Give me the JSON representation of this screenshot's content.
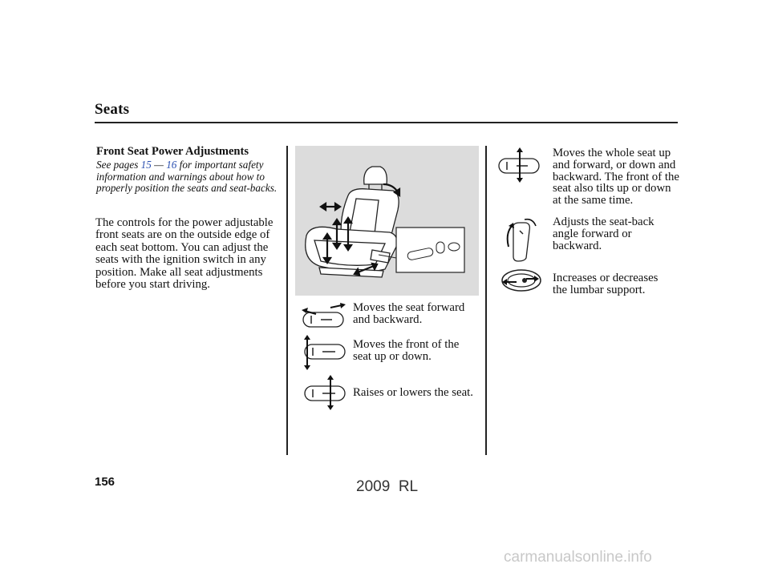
{
  "header": {
    "title": "Seats"
  },
  "left": {
    "subheading": "Front Seat Power Adjustments",
    "note": {
      "prefix": "See pages",
      "link_start": "15",
      "dash": "—",
      "link_end": "16",
      "suffix": "for important safety information and warnings about how to properly position the seats and seat-backs."
    },
    "body": "The controls for the power adjustable front seats are on the outside edge of each seat bottom. You can adjust the seats with the ignition switch in any position. Make all seat adjustments before you start driving."
  },
  "controls_middle": [
    {
      "icon": "seat-slide-switch-icon",
      "text": "Moves the seat forward and backward."
    },
    {
      "icon": "seat-front-height-switch-icon",
      "text": "Moves the front of the seat up or down."
    },
    {
      "icon": "seat-height-switch-icon",
      "text": "Raises or lowers the seat."
    }
  ],
  "controls_right": [
    {
      "icon": "seat-whole-tilt-switch-icon",
      "text": "Moves the whole seat up and forward, or down and backward. The front of the seat also tilts up or down at the same time."
    },
    {
      "icon": "seatback-recline-switch-icon",
      "text": "Adjusts the seat-back angle forward or backward."
    },
    {
      "icon": "lumbar-switch-icon",
      "text": "Increases or decreases the lumbar support."
    }
  ],
  "footer": {
    "page_number": "156",
    "model": "2009  RL",
    "watermark": "carmanualsonline.info"
  }
}
